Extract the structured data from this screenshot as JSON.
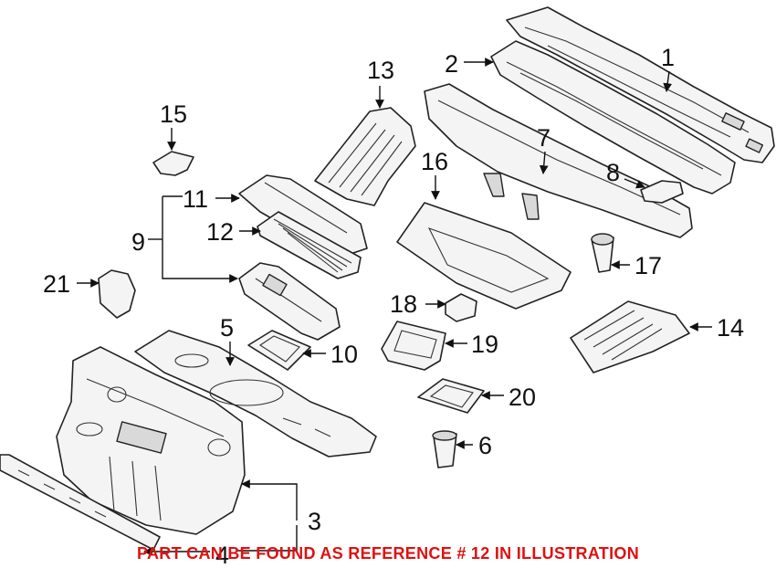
{
  "callouts": {
    "c1": "1",
    "c2": "2",
    "c3": "3",
    "c4": "4",
    "c5": "5",
    "c6": "6",
    "c7": "7",
    "c8": "8",
    "c9": "9",
    "c10": "10",
    "c11": "11",
    "c12": "12",
    "c13": "13",
    "c14": "14",
    "c15": "15",
    "c16": "16",
    "c17": "17",
    "c18": "18",
    "c19": "19",
    "c20": "20",
    "c21": "21"
  },
  "note": "PART CAN BE FOUND AS REFERENCE # 12 IN ILLUSTRATION",
  "colors": {
    "note": "#e01010",
    "line": "#111111",
    "background": "#ffffff"
  }
}
